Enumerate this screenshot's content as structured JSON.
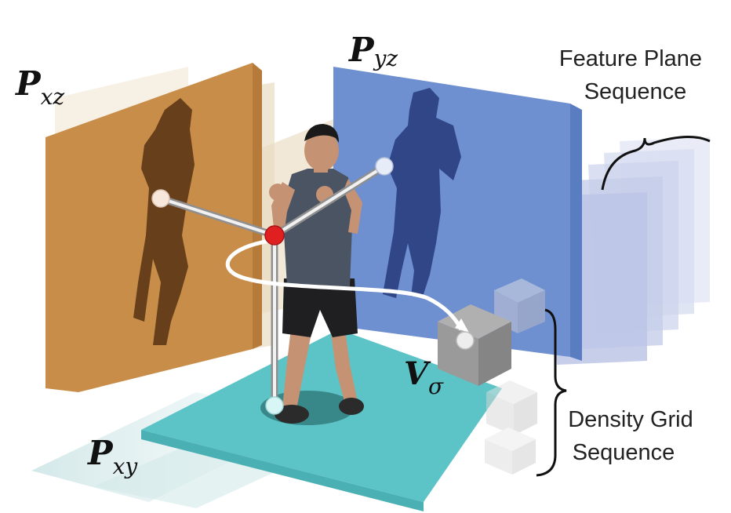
{
  "labels": {
    "pxz": {
      "main": "P",
      "sub": "xz"
    },
    "pyz": {
      "main": "P",
      "sub": "yz"
    },
    "pxy": {
      "main": "P",
      "sub": "xy"
    },
    "vsigma": {
      "main": "V",
      "sub": "σ"
    },
    "feature_plane_sequence": [
      "Feature Plane",
      "Sequence"
    ],
    "density_grid_sequence": [
      "Density Grid",
      "Sequence"
    ]
  },
  "colors": {
    "plane_xz": "#c98d4a",
    "plane_yz": "#6e8fd0",
    "plane_xy": "#5cc4c7",
    "sample_point": "#e02020",
    "density_cube": "#9a9a9a"
  }
}
